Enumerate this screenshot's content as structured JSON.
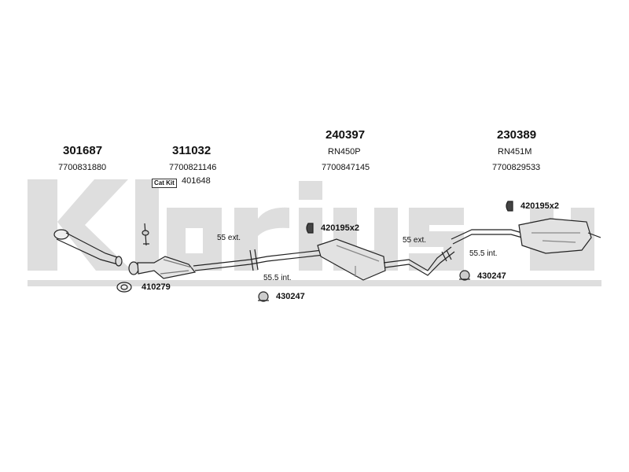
{
  "watermark": {
    "text": "Klarius",
    "color": "#dedede"
  },
  "parts": {
    "front_pipe": {
      "number": "301687",
      "oem": "7700831880"
    },
    "catalyst": {
      "number": "311032",
      "oem": "7700821146",
      "kit_label": "Cat Kit",
      "kit_number": "401648"
    },
    "centre_box": {
      "number": "240397",
      "ref": "RN450P",
      "oem": "7700847145"
    },
    "rear_box": {
      "number": "230389",
      "ref": "RN451M",
      "oem": "7700829533"
    }
  },
  "fittings": {
    "gasket": "410279",
    "clamp_left": "430247",
    "clamp_right": "430247",
    "hanger_centre": "420195x2",
    "hanger_rear": "420195x2"
  },
  "dimensions": {
    "left_ext": "55 ext.",
    "left_int": "55.5 int.",
    "right_ext": "55 ext.",
    "right_int": "55.5 int."
  }
}
